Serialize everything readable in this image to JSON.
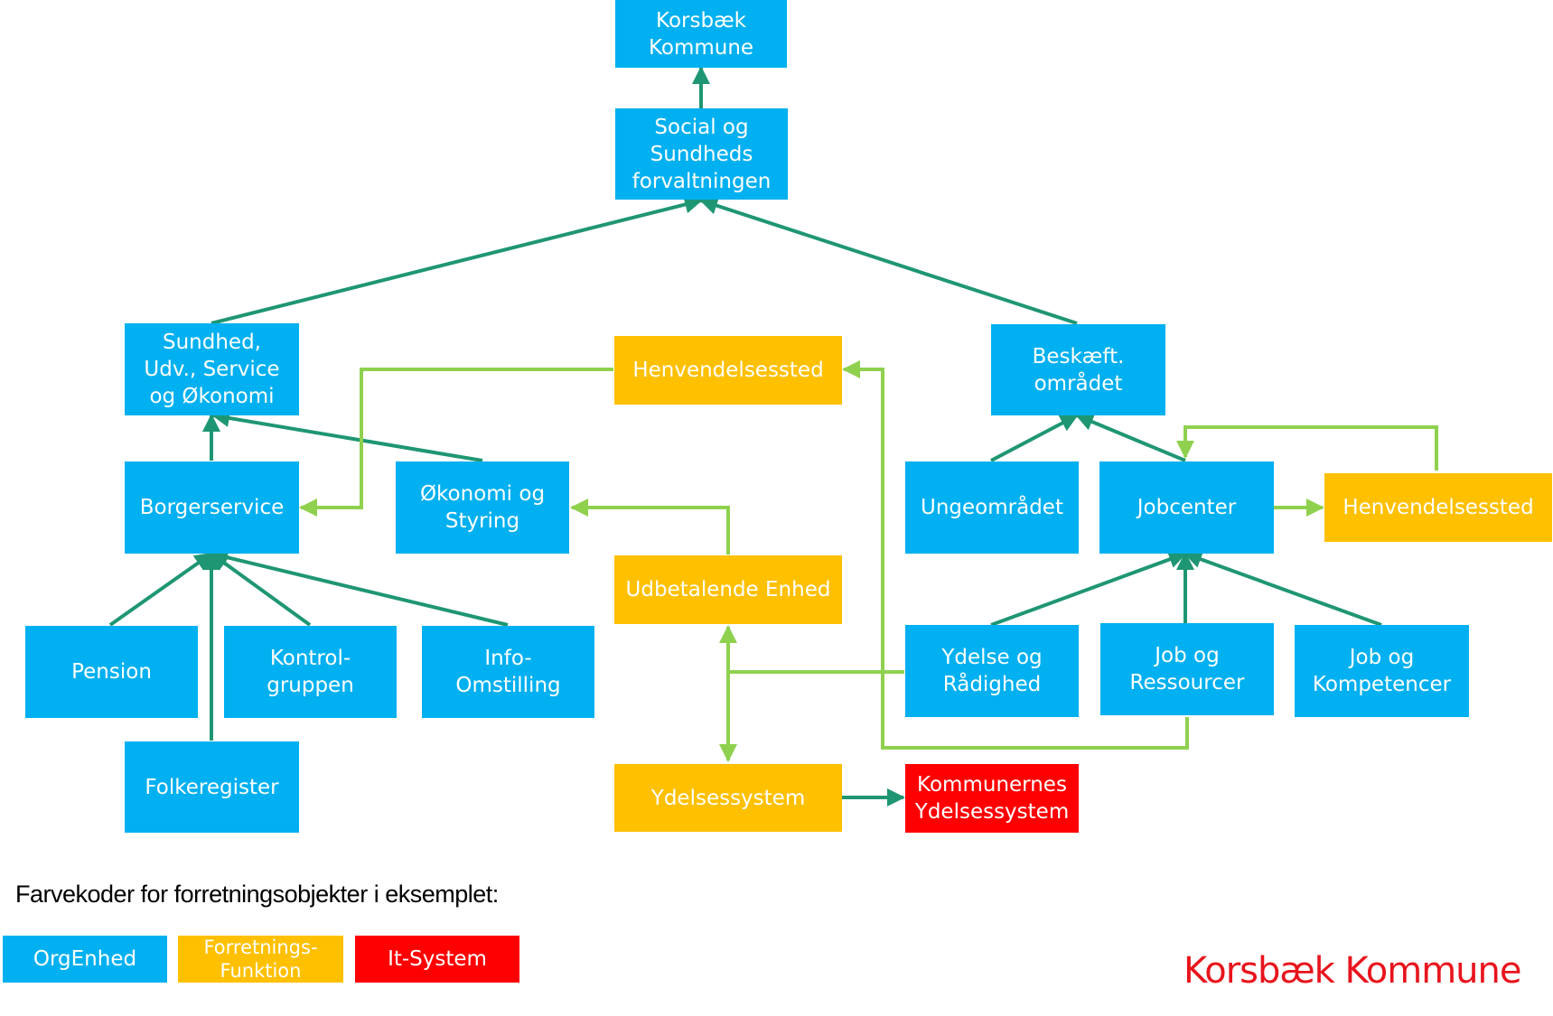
{
  "diagram": {
    "nodes": {
      "korsbaek": "Korsbæk\nKommune",
      "social": "Social og\nSundheds\nforvaltningen",
      "sundhed": "Sundhed,\nUdv., Service\nog Økonomi",
      "henv_mid": "Henvendelsessted",
      "beskaeft": "Beskæft.\nområdet",
      "borgerservice": "Borgerservice",
      "okonomi": "Økonomi og\nStyring",
      "ungeomraadet": "Ungeområdet",
      "jobcenter": "Jobcenter",
      "henv_right": "Henvendelsessted",
      "udbetalende": "Udbetalende Enhed",
      "pension": "Pension",
      "kontrol": "Kontrol-\ngruppen",
      "info": "Info-\nOmstilling",
      "ydelse_raadighed": "Ydelse og\nRådighed",
      "job_ressourcer": "Job og\nRessourcer",
      "job_kompetencer": "Job og\nKompetencer",
      "folkeregister": "Folkeregister",
      "ydelsessystem": "Ydelsessystem",
      "kommunernes": "Kommunernes\nYdelsessystem"
    },
    "colors": {
      "org": "#00b0f0",
      "function": "#ffc000",
      "system": "#ff0000",
      "hierarchy_link": "#1f9673",
      "function_link": "#8fd14f",
      "system_link": "#1f9673",
      "brand": "#e8141c"
    }
  },
  "legend": {
    "title": "Farvekoder for forretningsobjekter i eksemplet:",
    "org": "OrgEnhed",
    "function": "Forretnings-\nFunktion",
    "system": "It-System"
  },
  "brand": "Korsbæk Kommune"
}
